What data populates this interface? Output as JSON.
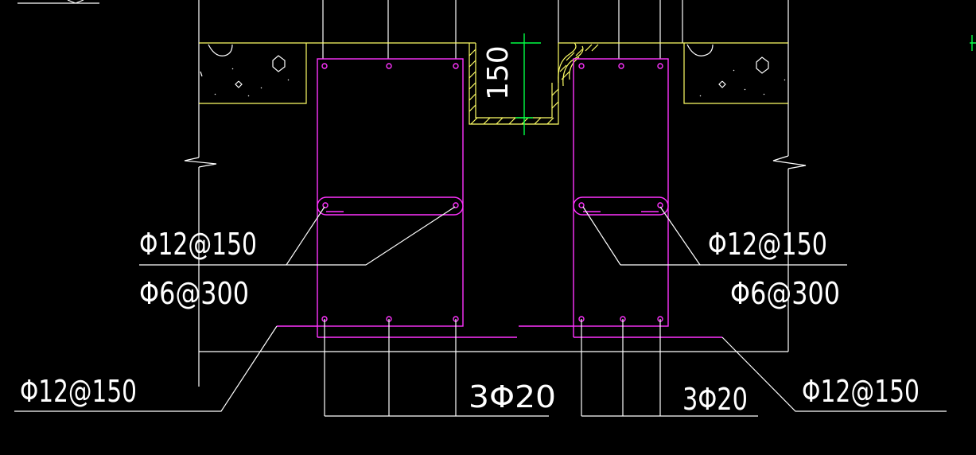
{
  "labels": {
    "left_top_rebar": "Φ12@150",
    "left_mid_rebar": "Φ6@300",
    "right_top_rebar": "Φ12@150",
    "right_mid_rebar": "Φ6@300",
    "left_bottom_rebar": "Φ12@150",
    "right_bottom_rebar": "Φ12@150",
    "left_main_bars": "3Φ20",
    "right_main_bars": "3Φ20",
    "trench_dimension": "150"
  },
  "colors": {
    "background": "#000000",
    "lines": "#ffffff",
    "concrete_outline": "#ffff66",
    "reinforcement": "#ff33ff",
    "dimension": "#00ff44"
  }
}
